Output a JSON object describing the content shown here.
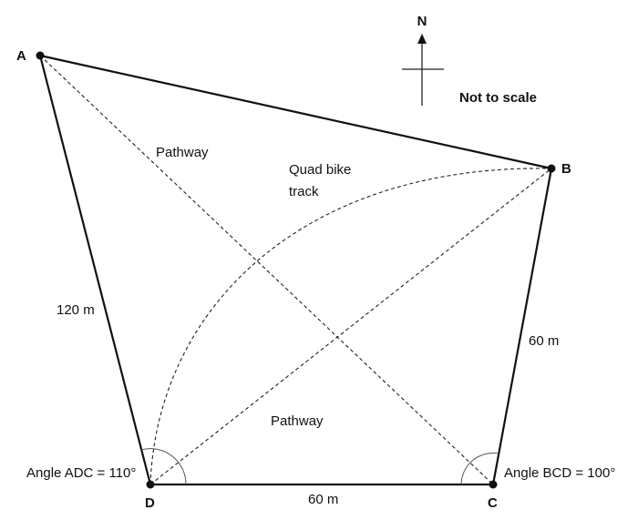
{
  "labels": {
    "north": "N",
    "scale_note": "Not to scale",
    "pathway_upper": "Pathway",
    "pathway_lower": "Pathway",
    "track_line1": "Quad bike",
    "track_line2": "track"
  },
  "vertices": {
    "a": "A",
    "b": "B",
    "c": "C",
    "d": "D"
  },
  "sides": {
    "ad": "120 m",
    "bc": "60 m",
    "dc": "60 m"
  },
  "angles": {
    "adc": "Angle ADC = 110°",
    "bcd": "Angle BCD = 100°"
  },
  "colors": {
    "line": "#111111",
    "background": "#ffffff"
  }
}
